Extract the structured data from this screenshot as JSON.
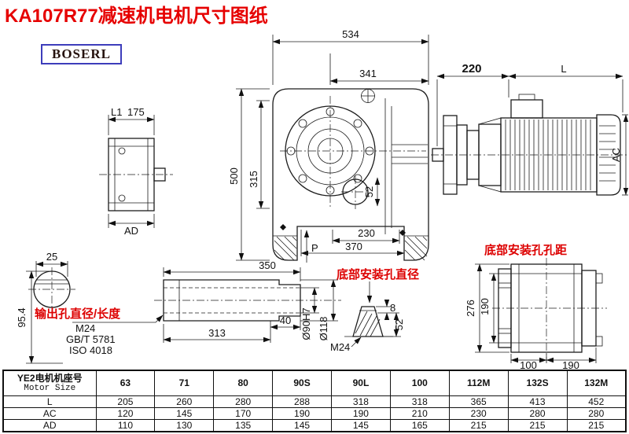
{
  "page": {
    "title": "KA107R77减速机电机尺寸图纸",
    "logo": "BOSERL"
  },
  "colors": {
    "title_red": "#e60000",
    "annotation_red": "#dd0000",
    "logo_border": "#3d3dbb",
    "line_black": "#1c1c1c"
  },
  "drawings": {
    "side_view": {
      "dim_l1": "L1",
      "dim_175": "175",
      "dim_ad": "AD"
    },
    "main_view": {
      "dim_534": "534",
      "dim_341": "341",
      "dim_500": "500",
      "dim_315": "315",
      "dim_52": "52",
      "dim_230": "230",
      "dim_370": "370",
      "label_p": "P"
    },
    "motor_view": {
      "dim_220": "220",
      "dim_l": "L",
      "dim_ac": "AC"
    },
    "shaft_end_view": {
      "dim_25": "25",
      "dim_95_4": "95.4"
    },
    "output_shaft_view": {
      "dim_350": "350",
      "dim_40": "40",
      "dim_313": "313",
      "dim_d90": "Ø90H7",
      "dim_d118": "Ø118",
      "annotation": "输出孔直径/长度",
      "label_m24": "M24",
      "label_gb": "GB/T 5781",
      "label_iso": "ISO 4018"
    },
    "mounting_hole_view": {
      "title": "底部安装孔直径",
      "dim_8": "8",
      "dim_52": "52",
      "label_m24": "M24"
    },
    "mounting_spacing_view": {
      "title": "底部安装孔孔距",
      "dim_276": "276",
      "dim_190_v": "190",
      "dim_100": "100",
      "dim_190_h": "190"
    }
  },
  "table": {
    "header_cn": "YE2电机机座号",
    "header_en": "Motor Size",
    "sizes": [
      "63",
      "71",
      "80",
      "90S",
      "90L",
      "100",
      "112M",
      "132S",
      "132M"
    ],
    "rows": [
      {
        "label": "L",
        "values": [
          "205",
          "260",
          "280",
          "288",
          "318",
          "318",
          "365",
          "413",
          "452"
        ]
      },
      {
        "label": "AC",
        "values": [
          "120",
          "145",
          "170",
          "190",
          "190",
          "210",
          "230",
          "280",
          "280"
        ]
      },
      {
        "label": "AD",
        "values": [
          "110",
          "130",
          "135",
          "145",
          "145",
          "165",
          "215",
          "215",
          "215"
        ]
      }
    ]
  }
}
